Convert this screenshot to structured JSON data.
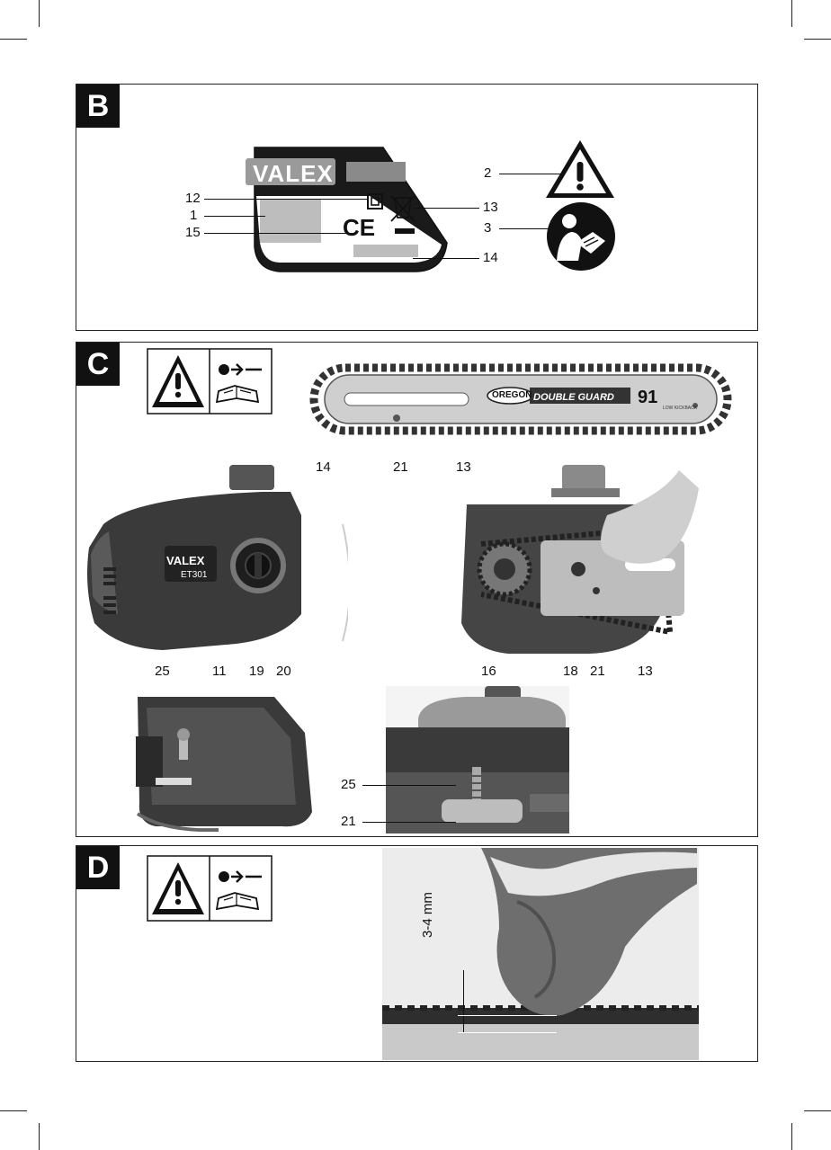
{
  "panels": {
    "b": {
      "letter": "B"
    },
    "c": {
      "letter": "C"
    },
    "d": {
      "letter": "D"
    }
  },
  "rating_plate": {
    "brand": "VALEX",
    "callouts": {
      "c12": "12",
      "c1": "1",
      "c15": "15",
      "c13": "13",
      "c14": "14"
    }
  },
  "symbols": {
    "c2": "2",
    "c3": "3"
  },
  "bar": {
    "brand": "OREGON",
    "product": "DOUBLE GUARD",
    "code": "91",
    "small_text": "LOW KICKBACK",
    "callouts": {
      "c14": "14",
      "c21": "21",
      "c13": "13"
    }
  },
  "housing": {
    "brand": "VALEX",
    "model": "ET301",
    "callouts": {
      "c25": "25",
      "c11": "11",
      "c19": "19",
      "c20": "20"
    }
  },
  "sprocket": {
    "callouts": {
      "c16": "16",
      "c18": "18",
      "c21": "21",
      "c13": "13"
    }
  },
  "detail": {
    "callouts": {
      "c25": "25",
      "c21": "21"
    }
  },
  "tension": {
    "measure": "3-4 mm"
  },
  "colors": {
    "panel_border": "#222222",
    "tag_bg": "#111111"
  }
}
